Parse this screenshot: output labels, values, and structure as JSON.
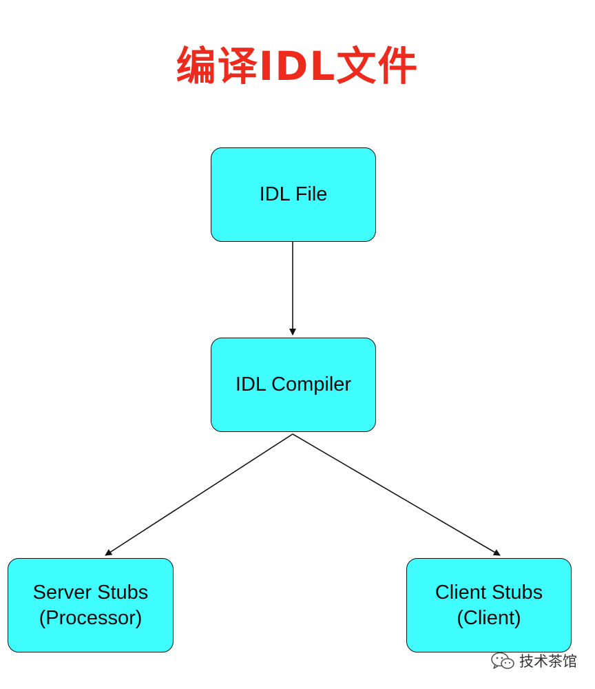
{
  "title": "编译IDL文件",
  "nodes": {
    "idl_file": {
      "lines": [
        "IDL File"
      ]
    },
    "idl_compiler": {
      "lines": [
        "IDL Compiler"
      ]
    },
    "server_stubs": {
      "lines": [
        "Server Stubs",
        "(Processor)"
      ]
    },
    "client_stubs": {
      "lines": [
        "Client Stubs",
        "(Client)"
      ]
    }
  },
  "edges": [
    {
      "from": "IDL File",
      "to": "IDL Compiler"
    },
    {
      "from": "IDL Compiler",
      "to": "Server Stubs"
    },
    {
      "from": "IDL Compiler",
      "to": "Client Stubs"
    }
  ],
  "watermark": {
    "icon": "wechat-icon",
    "text": "技术茶馆"
  },
  "colors": {
    "title": "#ee2a1d",
    "node_fill": "#3ffdfd",
    "node_border": "#111111",
    "edge": "#111111"
  }
}
